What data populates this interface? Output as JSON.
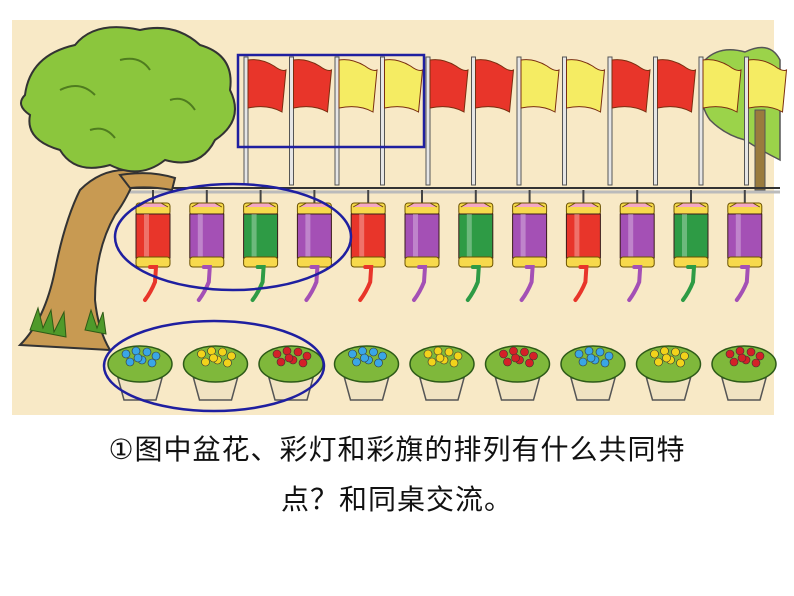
{
  "question": {
    "line1": "①图中盆花、彩灯和彩旗的排列有什么共同特",
    "line2": "点？和同桌交流。"
  },
  "scene": {
    "flag_colors": [
      "red",
      "red",
      "yellow",
      "yellow",
      "red",
      "red",
      "yellow",
      "yellow",
      "red",
      "red",
      "yellow",
      "yellow"
    ],
    "lantern_colors": [
      "red",
      "purple",
      "green",
      "purple",
      "red",
      "purple",
      "green",
      "purple",
      "red",
      "purple",
      "green",
      "purple"
    ],
    "flower_colors": [
      "blue",
      "yellow",
      "red",
      "blue",
      "yellow",
      "red",
      "blue",
      "yellow",
      "red"
    ],
    "palette": {
      "red": "#e8352a",
      "yellow": "#f5ec63",
      "purple": "#a450b5",
      "green": "#2e9b45",
      "blue": "#3aa6e6",
      "flower_red": "#d42028",
      "flower_yellow": "#f2d31b",
      "highlight": "#1f1fa0",
      "ground": "#f8e9c6"
    }
  }
}
